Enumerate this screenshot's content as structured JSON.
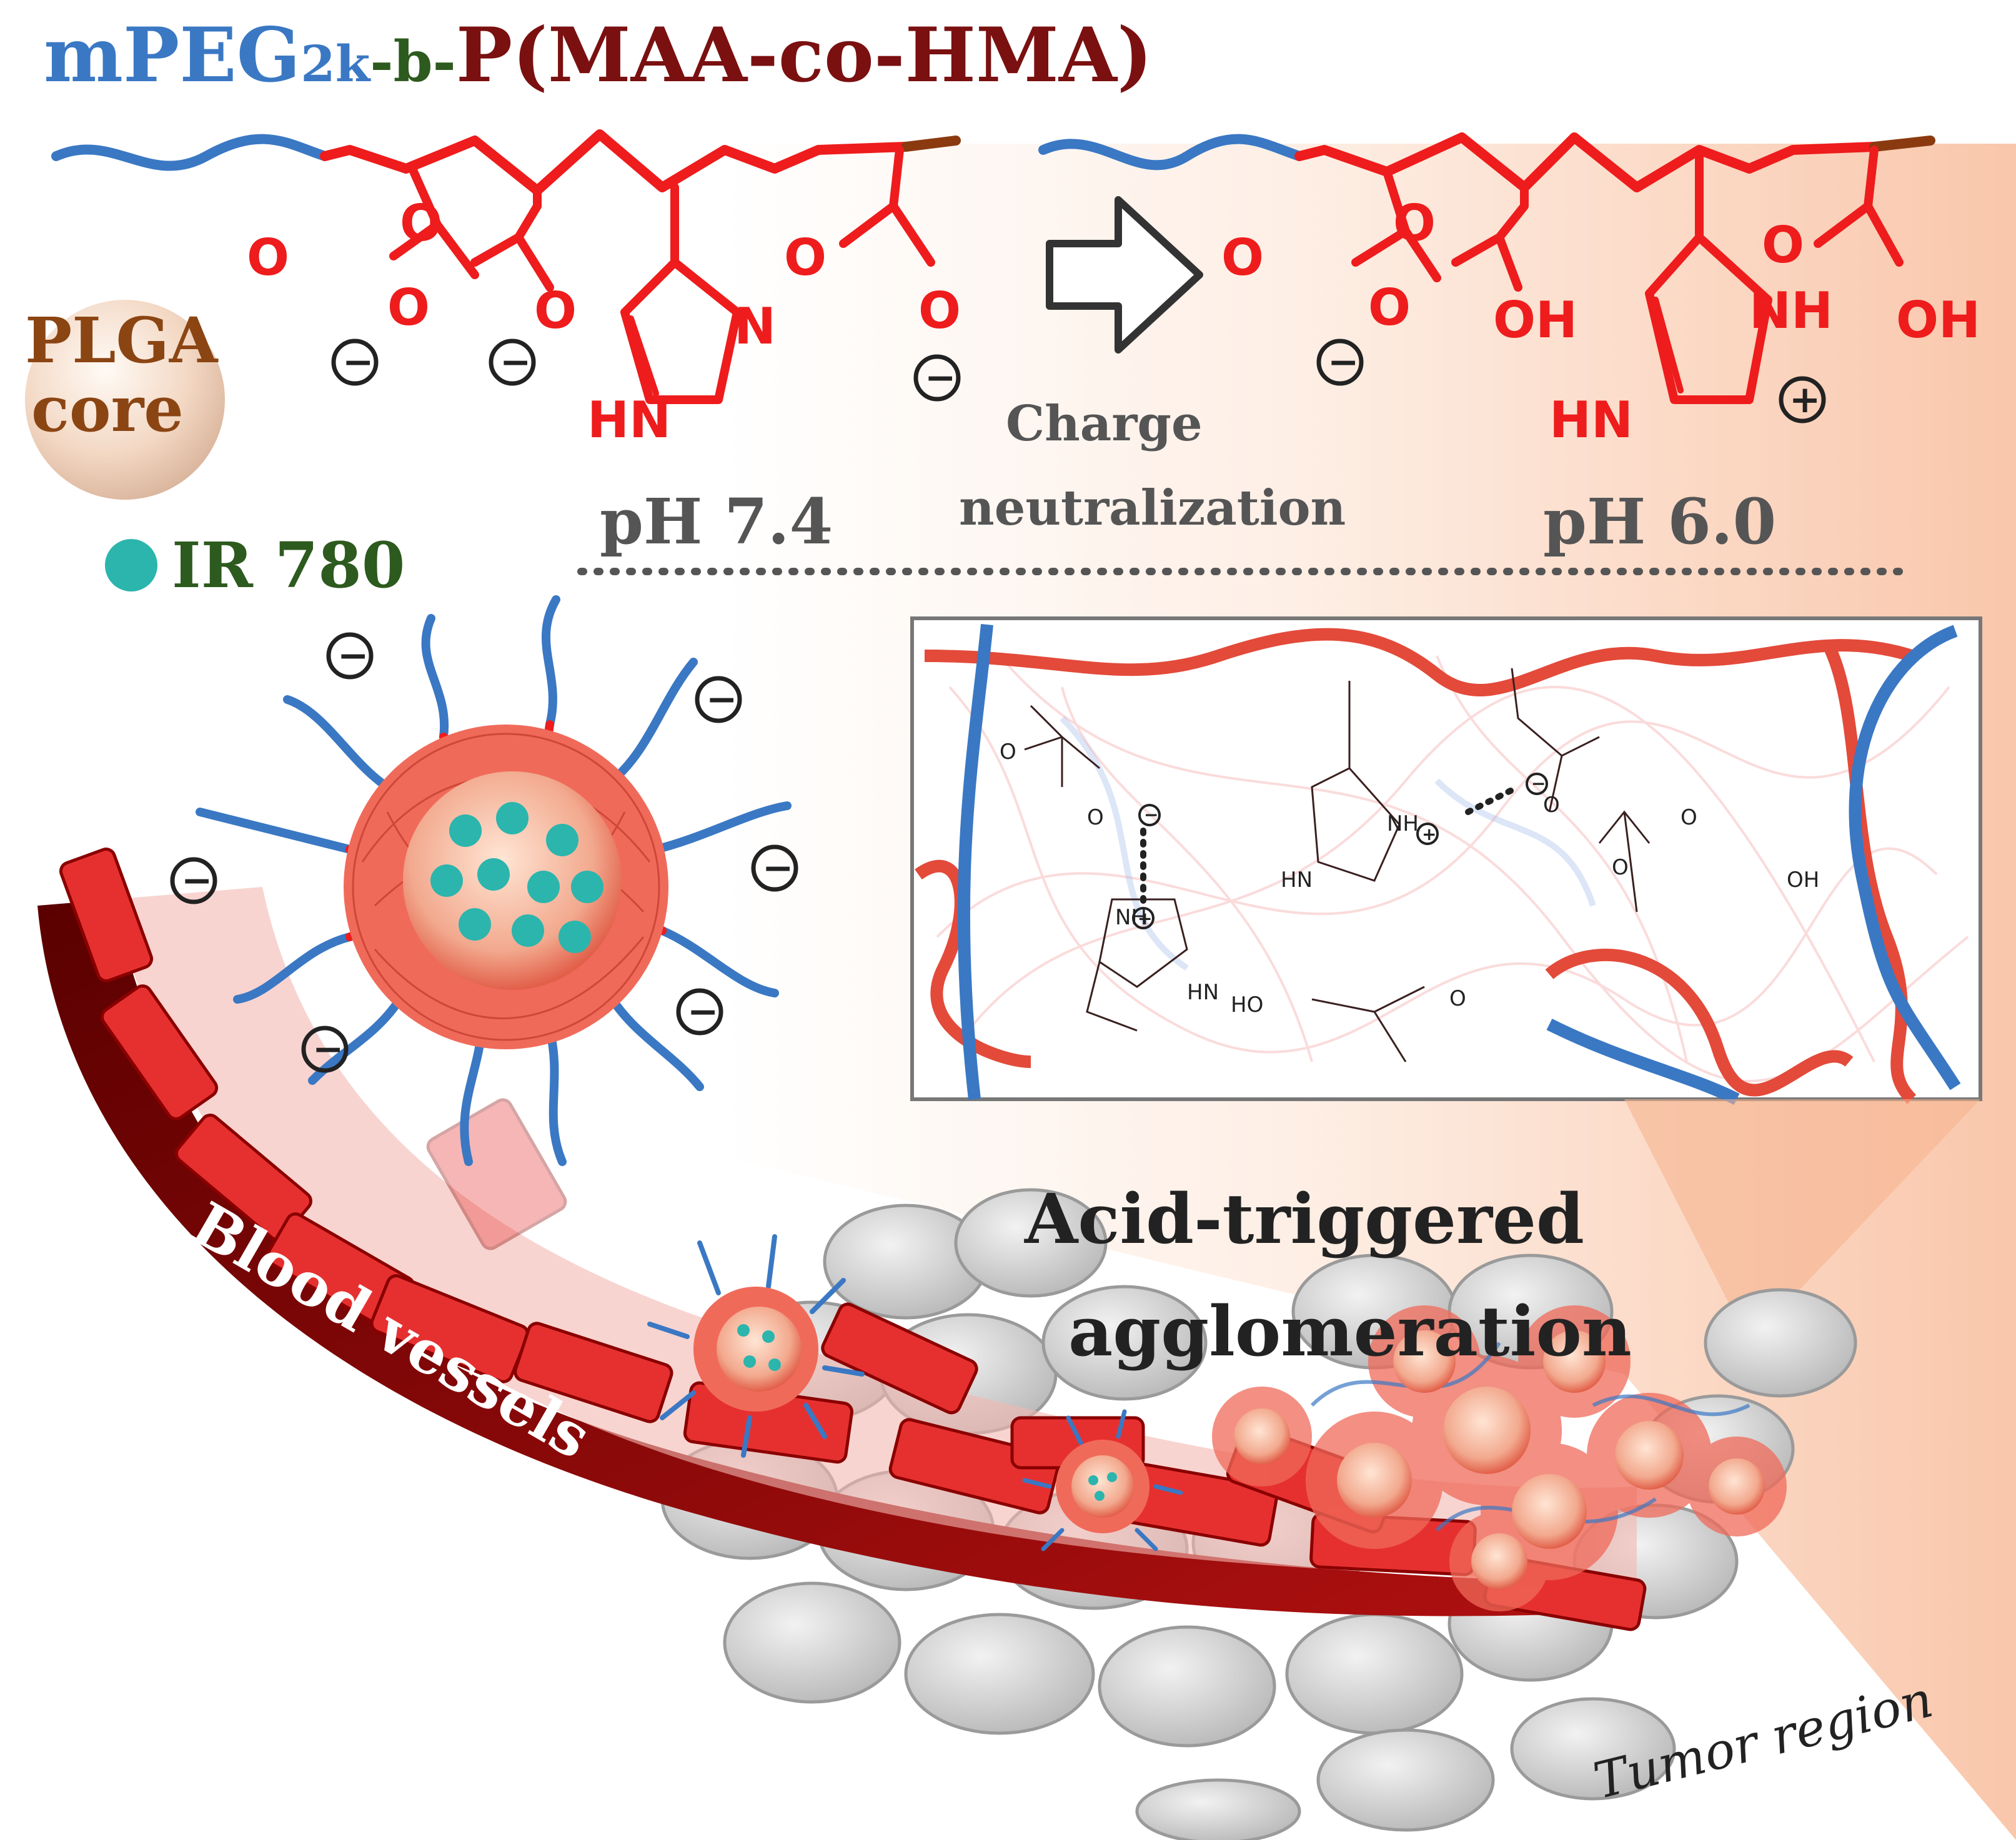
{
  "title": {
    "mpeg": "mPEG",
    "mpeg_sub": "2k",
    "block": "-b-",
    "polymer": "P(MAA-co-HMA)"
  },
  "legend": {
    "core_line1": "PLGA",
    "core_line2": "core",
    "dye": "IR 780"
  },
  "conditions": {
    "left_ph": "pH 7.4",
    "right_ph": "pH 6.0",
    "transition_line1": "Charge",
    "transition_line2": "neutralization"
  },
  "chemistry": {
    "oxygen": "O",
    "nitrogen": "N",
    "hn": "HN",
    "nh": "NH",
    "oh": "OH",
    "ho": "HO",
    "minus": "−",
    "plus": "+"
  },
  "labels": {
    "agglomeration_line1": "Acid-triggered",
    "agglomeration_line2": "agglomeration",
    "vessels": "Blood vessels",
    "tumor": "Tumor region"
  },
  "colors": {
    "peg_blue": "#3a78c4",
    "polymer_red": "#ee1c1c",
    "title_dark_red": "#7a1010",
    "core_brown": "#8b4513",
    "dye_teal": "#2bb5ad",
    "dye_label_green": "#2d5a1e",
    "vessel_red": "#e63030",
    "gray_text": "#555555"
  }
}
